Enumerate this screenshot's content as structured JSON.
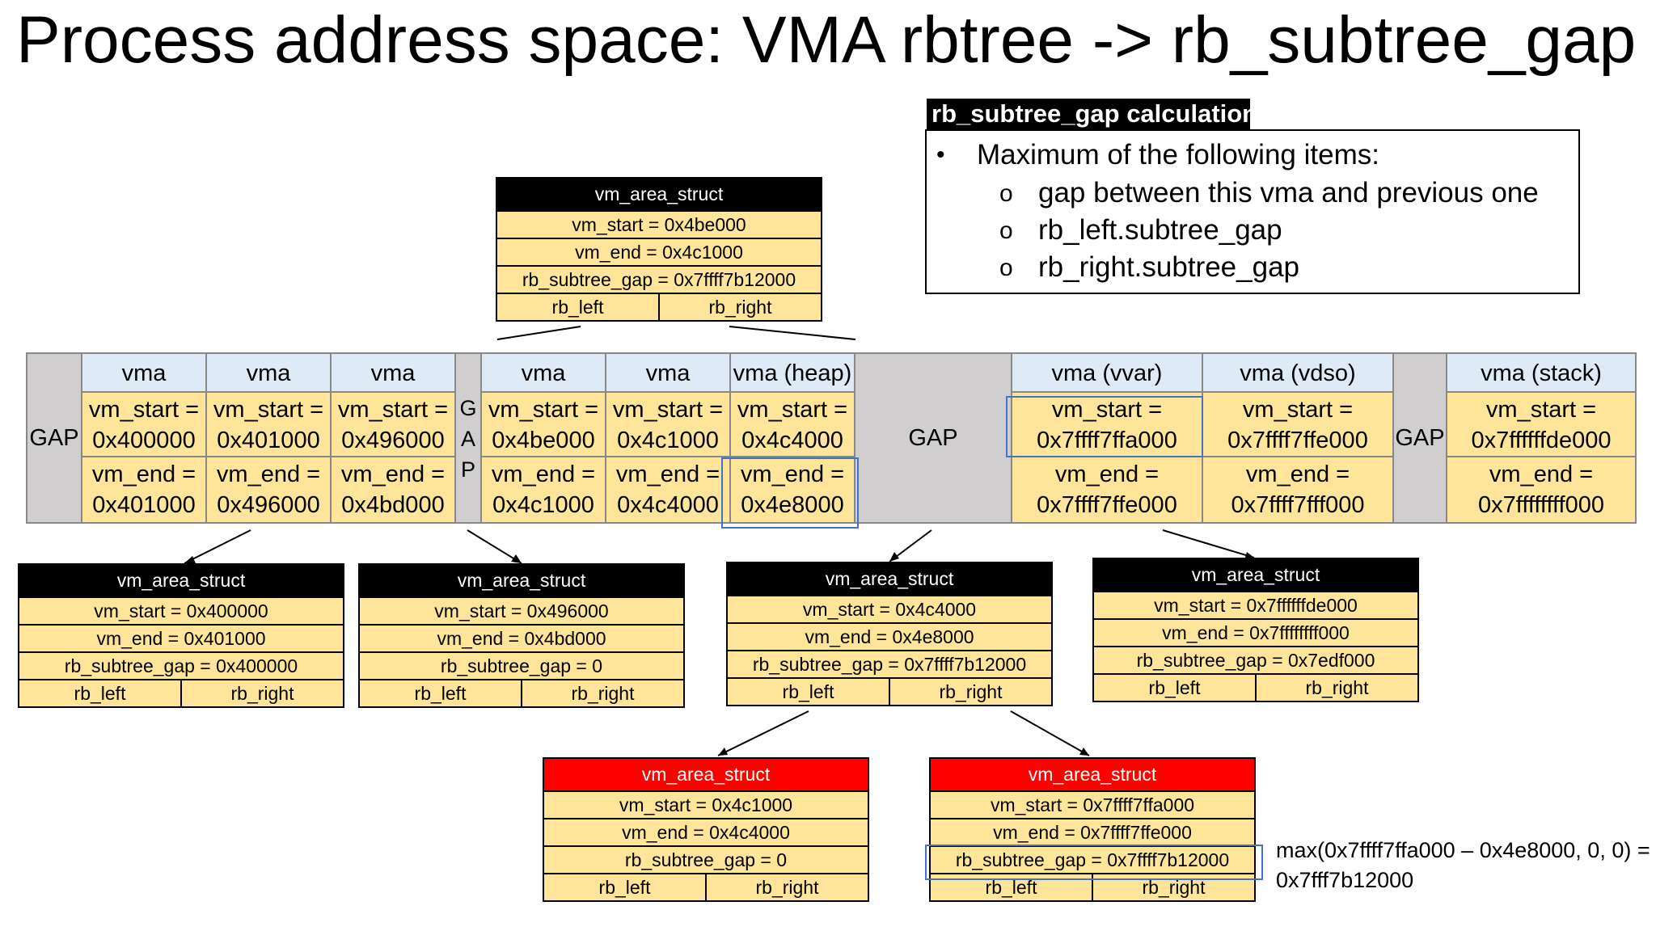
{
  "title": "Process address space: VMA rbtree -> rb_subtree_gap",
  "legend": {
    "header": "rb_subtree_gap calculation",
    "bullet_symbol": "•",
    "sub_symbol": "o",
    "intro": "Maximum of the following items:",
    "items": [
      "gap between this vma and previous one",
      "rb_left.subtree_gap",
      "rb_right.subtree_gap"
    ]
  },
  "struct_name": "vm_area_struct",
  "link_labels": {
    "left": "rb_left",
    "right": "rb_right"
  },
  "gap_label": "GAP",
  "gap_vertical": [
    "G",
    "A",
    "P"
  ],
  "nodes": {
    "root": {
      "vm_start": "vm_start = 0x4be000",
      "vm_end": "vm_end = 0x4c1000",
      "gap": "rb_subtree_gap = 0x7ffff7b12000"
    },
    "l1": {
      "vm_start": "vm_start = 0x400000",
      "vm_end": "vm_end = 0x401000",
      "gap": "rb_subtree_gap = 0x400000"
    },
    "l2": {
      "vm_start": "vm_start = 0x496000",
      "vm_end": "vm_end = 0x4bd000",
      "gap": "rb_subtree_gap = 0"
    },
    "l3": {
      "vm_start": "vm_start = 0x4c4000",
      "vm_end": "vm_end = 0x4e8000",
      "gap": "rb_subtree_gap = 0x7ffff7b12000"
    },
    "l4": {
      "vm_start": "vm_start = 0x7ffffffde000",
      "vm_end": "vm_end = 0x7ffffffff000",
      "gap": "rb_subtree_gap = 0x7edf000"
    },
    "b1": {
      "vm_start": "vm_start = 0x4c1000",
      "vm_end": "vm_end = 0x4c4000",
      "gap": "rb_subtree_gap = 0"
    },
    "b2": {
      "vm_start": "vm_start = 0x7ffff7ffa000",
      "vm_end": "vm_end = 0x7ffff7ffe000",
      "gap": "rb_subtree_gap = 0x7ffff7b12000"
    }
  },
  "strip": {
    "vmas": [
      {
        "label": "vma",
        "start_label": "vm_start =",
        "start": "0x400000",
        "end_label": "vm_end =",
        "end": "0x401000"
      },
      {
        "label": "vma",
        "start_label": "vm_start =",
        "start": "0x401000",
        "end_label": "vm_end =",
        "end": "0x496000"
      },
      {
        "label": "vma",
        "start_label": "vm_start =",
        "start": "0x496000",
        "end_label": "vm_end =",
        "end": "0x4bd000"
      },
      {
        "label": "vma",
        "start_label": "vm_start =",
        "start": "0x4be000",
        "end_label": "vm_end =",
        "end": "0x4c1000"
      },
      {
        "label": "vma",
        "start_label": "vm_start =",
        "start": "0x4c1000",
        "end_label": "vm_end =",
        "end": "0x4c4000"
      },
      {
        "label": "vma (heap)",
        "start_label": "vm_start =",
        "start": "0x4c4000",
        "end_label": "vm_end =",
        "end": "0x4e8000"
      },
      {
        "label": "vma (vvar)",
        "start_label": "vm_start =",
        "start": "0x7ffff7ffa000",
        "end_label": "vm_end =",
        "end": "0x7ffff7ffe000"
      },
      {
        "label": "vma (vdso)",
        "start_label": "vm_start =",
        "start": "0x7ffff7ffe000",
        "end_label": "vm_end =",
        "end": "0x7ffff7fff000"
      },
      {
        "label": "vma (stack)",
        "start_label": "vm_start =",
        "start": "0x7ffffffde000",
        "end_label": "vm_end =",
        "end": "0x7ffffffff000"
      }
    ]
  },
  "note": {
    "line1": "max(0x7ffff7ffa000 – 0x4e8000, 0, 0) =",
    "line2": "0x7fff7b12000"
  },
  "colors": {
    "struct_header": "#000000",
    "struct_header_highlight": "#ff0000",
    "field_fill": "#ffe599",
    "vma_header": "#deebf7",
    "gap_fill": "#d0cece",
    "highlight_border": "#4472c4"
  }
}
